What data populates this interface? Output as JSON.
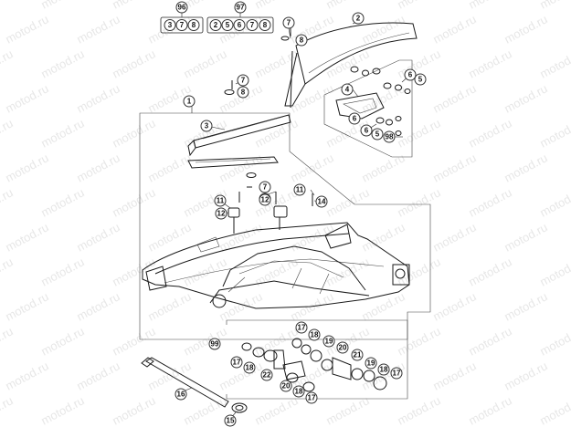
{
  "watermark": "motod.ru",
  "callouts": [
    "1",
    "2",
    "3",
    "4",
    "5",
    "6",
    "7",
    "8",
    "11",
    "12",
    "14",
    "15",
    "16",
    "17",
    "18",
    "19",
    "20",
    "21",
    "22",
    "99",
    "98"
  ],
  "kits": {
    "k96": {
      "label": "96",
      "items": [
        "3",
        "7",
        "8"
      ]
    },
    "k97": {
      "label": "97",
      "items": [
        "2",
        "5",
        "6",
        "7",
        "8"
      ]
    }
  }
}
